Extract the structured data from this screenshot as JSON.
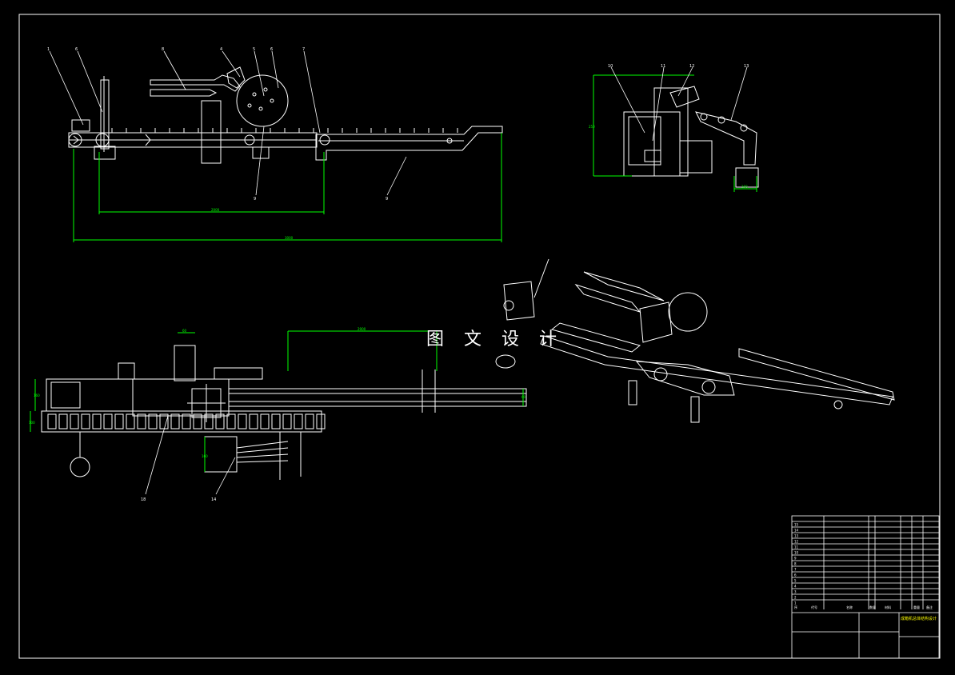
{
  "watermark": "图 文 设 计",
  "colors": {
    "background": "#000000",
    "lines": "#ffffff",
    "dimensions": "#00ff00",
    "accent": "#ffff00"
  },
  "top_view": {
    "leaders": [
      "1",
      "6",
      "8",
      "4",
      "5",
      "6",
      "7",
      "9",
      "9"
    ],
    "dimensions": [
      "2000",
      "3000"
    ]
  },
  "side_view": {
    "leaders": [
      "10",
      "11",
      "12",
      "13"
    ],
    "dimensions": [
      "250",
      "100"
    ]
  },
  "plan_view": {
    "leaders": [
      "18",
      "14"
    ],
    "dimensions": [
      "60",
      "2900",
      "60",
      "160",
      "100",
      "160"
    ]
  },
  "title_block": {
    "rows": [
      "15",
      "14",
      "13",
      "12",
      "11",
      "10",
      "9",
      "8",
      "7",
      "6",
      "5",
      "4",
      "3",
      "2",
      "1"
    ],
    "header": [
      "序",
      "代号",
      "名称",
      "数量",
      "材料",
      "重量",
      "备注"
    ],
    "drawing_title": "成箱机总体结构设计"
  }
}
